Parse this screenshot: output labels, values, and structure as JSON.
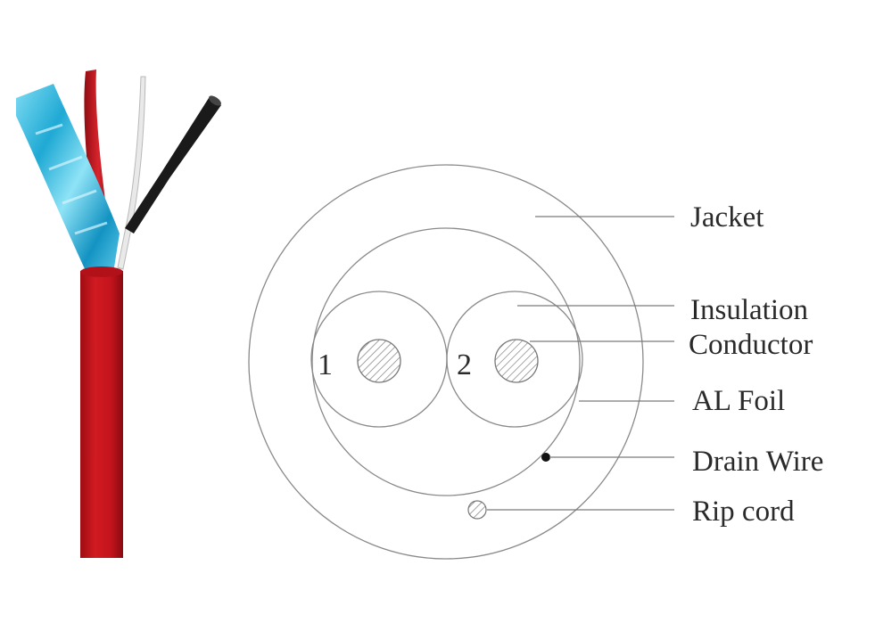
{
  "diagram": {
    "conductor_numbers": [
      "1",
      "2"
    ],
    "labels": {
      "jacket": "Jacket",
      "insulation": "Insulation",
      "conductor": "Conductor",
      "al_foil": "AL Foil",
      "drain_wire": "Drain Wire",
      "rip_cord": "Rip cord"
    }
  },
  "colors": {
    "jacket_red": "#c8141c",
    "foil_blue": "#2bb3d8",
    "wire_black": "#1a1a1a",
    "line_gray": "#8a8a8a",
    "text": "#2a2a2a"
  }
}
